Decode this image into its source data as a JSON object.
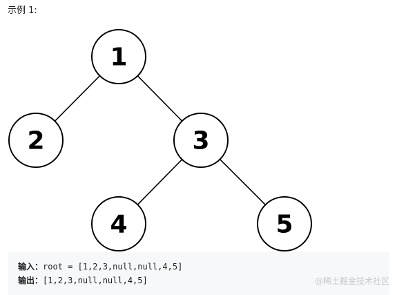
{
  "example": {
    "title": "示例 1:"
  },
  "tree": {
    "nodes": [
      {
        "id": "1",
        "label": "1"
      },
      {
        "id": "2",
        "label": "2"
      },
      {
        "id": "3",
        "label": "3"
      },
      {
        "id": "4",
        "label": "4"
      },
      {
        "id": "5",
        "label": "5"
      }
    ],
    "edges": [
      {
        "from": "1",
        "to": "2"
      },
      {
        "from": "1",
        "to": "3"
      },
      {
        "from": "3",
        "to": "4"
      },
      {
        "from": "3",
        "to": "5"
      }
    ]
  },
  "code": {
    "input_label": "输入：",
    "input_value": "root = [1,2,3,null,null,4,5]",
    "output_label": "输出：",
    "output_value": "[1,2,3,null,null,4,5]"
  },
  "watermark": {
    "text": "@稀土掘金技术社区"
  }
}
